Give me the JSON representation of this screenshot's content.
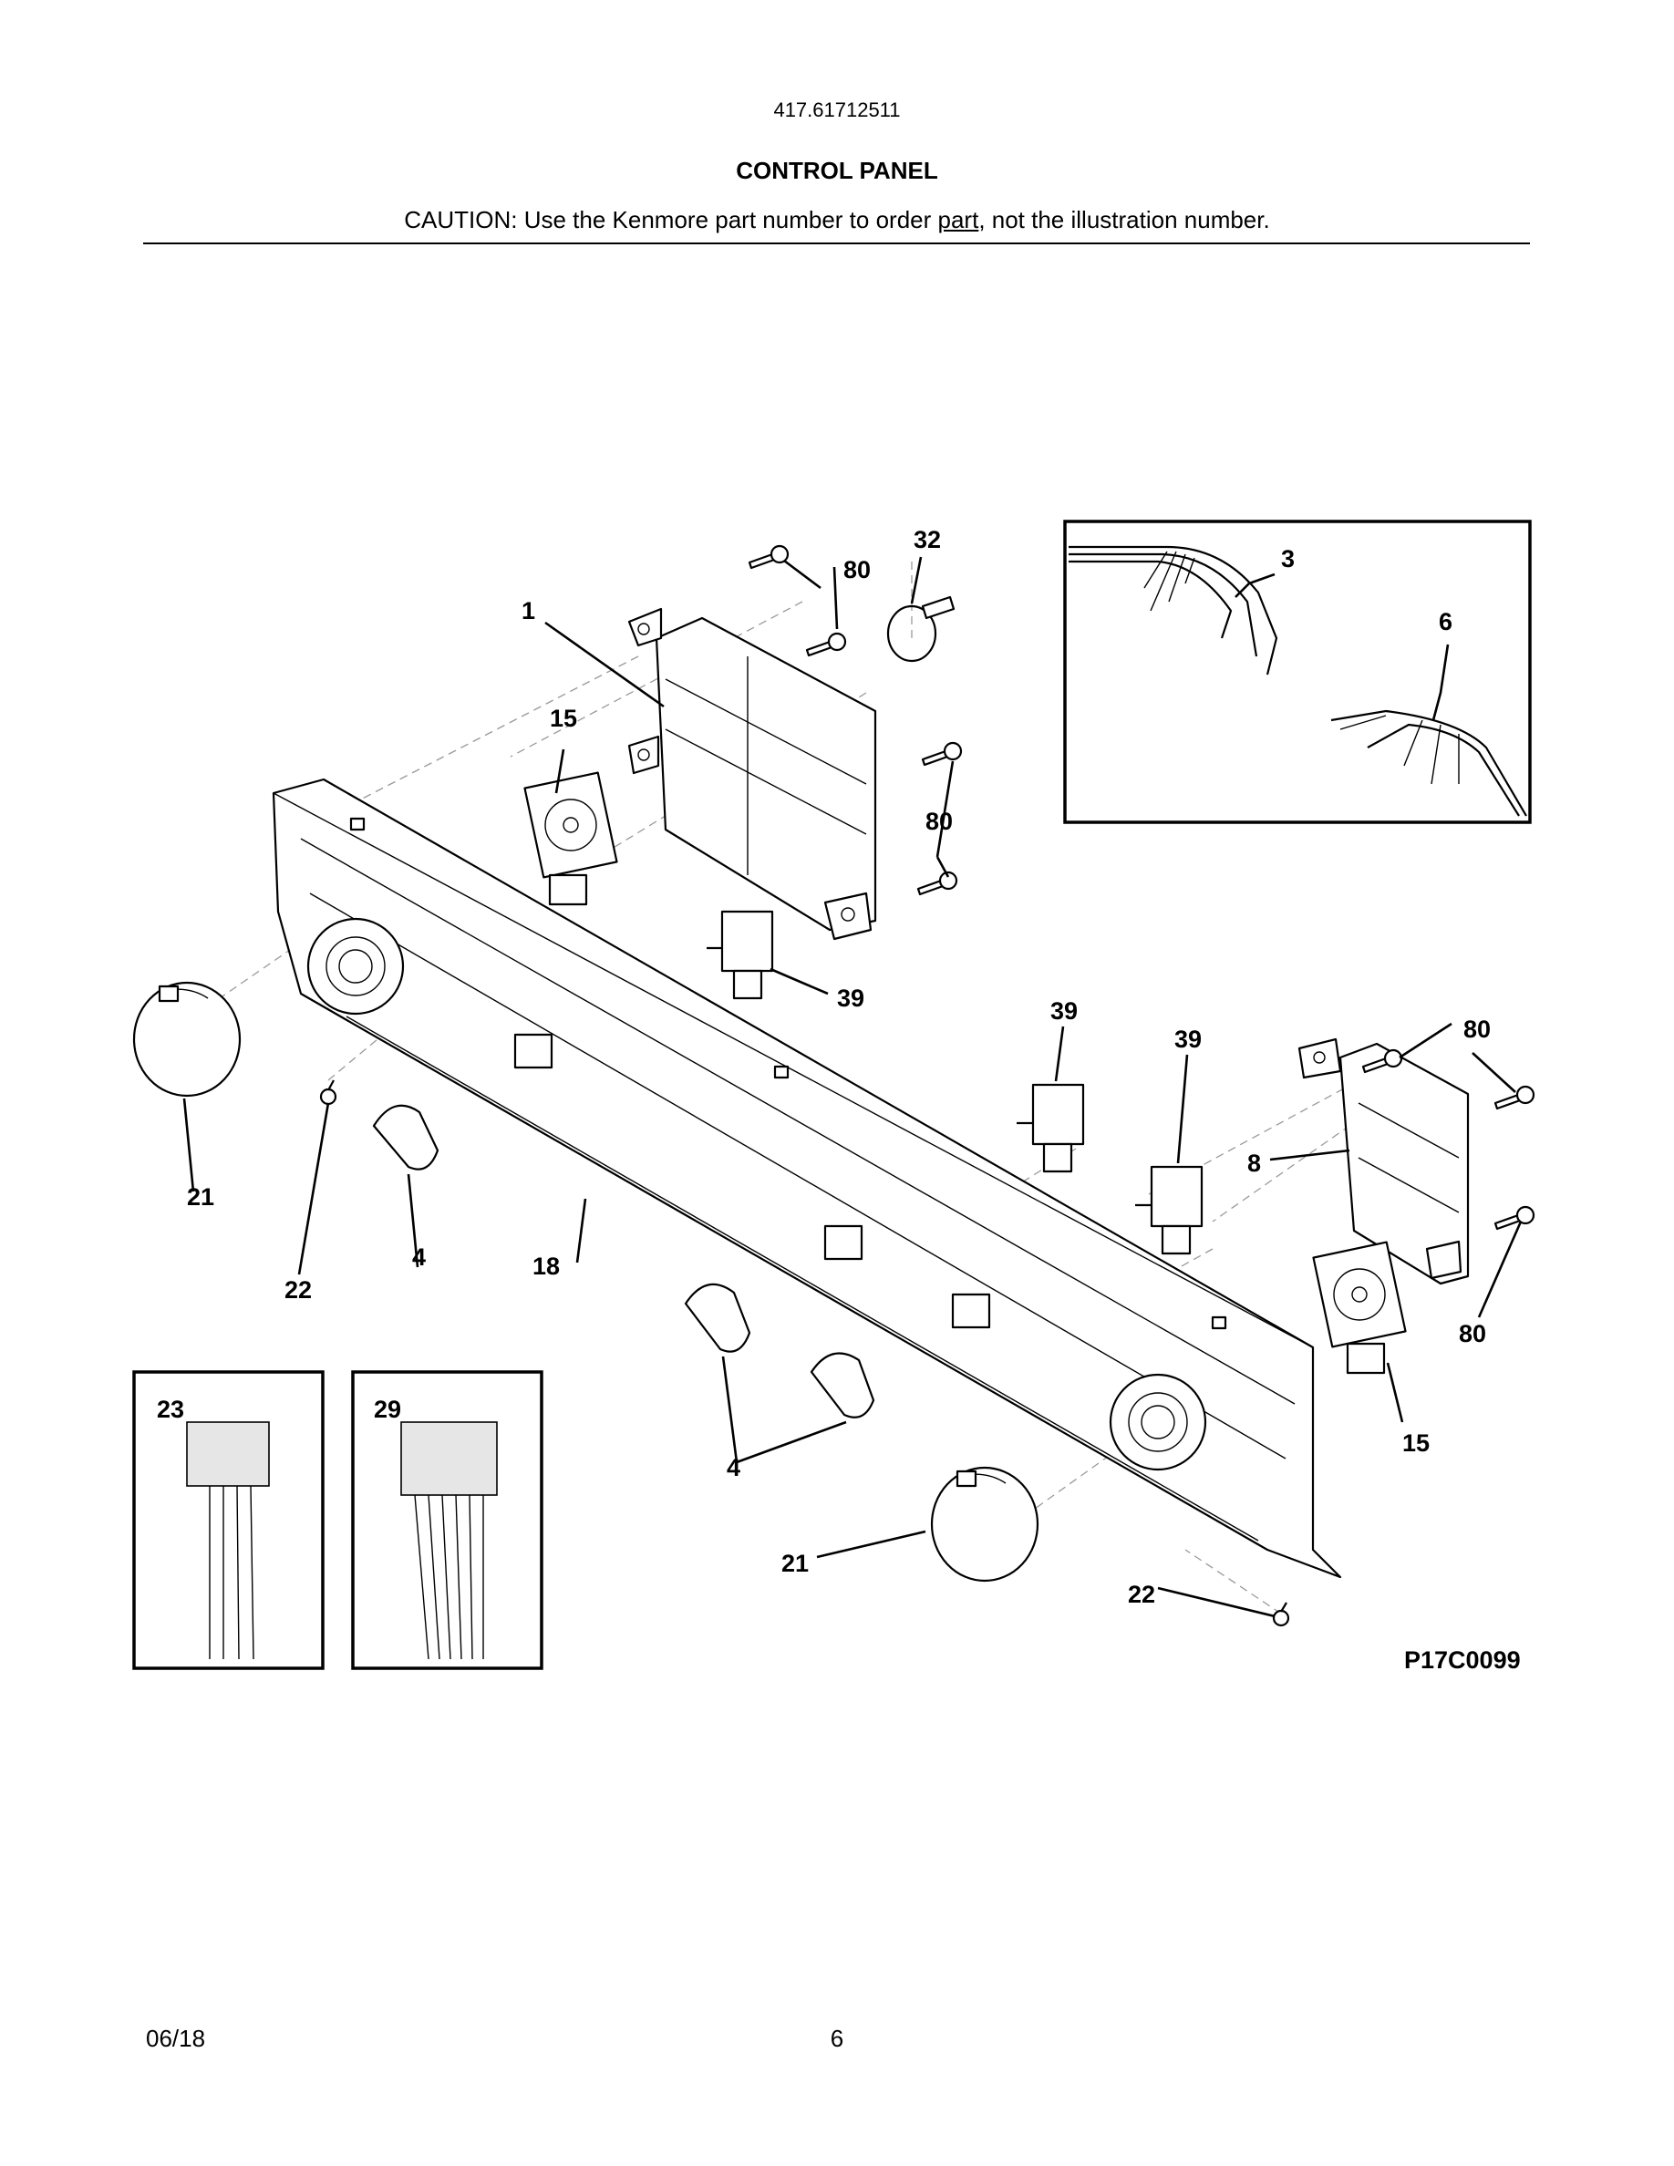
{
  "header": {
    "model_number": "417.61712511",
    "section_title": "CONTROL PANEL",
    "caution_prefix": "CAUTION: Use the Kenmore part number to order ",
    "caution_underlined": "part",
    "caution_suffix": ", not the illustration number."
  },
  "diagram": {
    "figure_code": "P17C0099",
    "callouts": {
      "control_board": "1",
      "wire_harness": "3",
      "wire_harness_b": "6",
      "knob_insert_a": "4",
      "knob_insert_b": "4",
      "rfi_board": "8",
      "rotary_switch_a": "15",
      "rotary_switch_b": "15",
      "console_panel": "18",
      "knob_a": "21",
      "knob_b": "21",
      "screw_a": "22",
      "screw_b": "22",
      "connector_a": "23",
      "connector_b": "29",
      "tie_strap": "32",
      "push_switch_a": "39",
      "push_switch_b": "39",
      "push_switch_c": "39",
      "screw_80_a": "80",
      "screw_80_b": "80",
      "screw_80_c": "80",
      "screw_80_d": "80"
    }
  },
  "footer": {
    "date": "06/18",
    "page_number": "6"
  }
}
